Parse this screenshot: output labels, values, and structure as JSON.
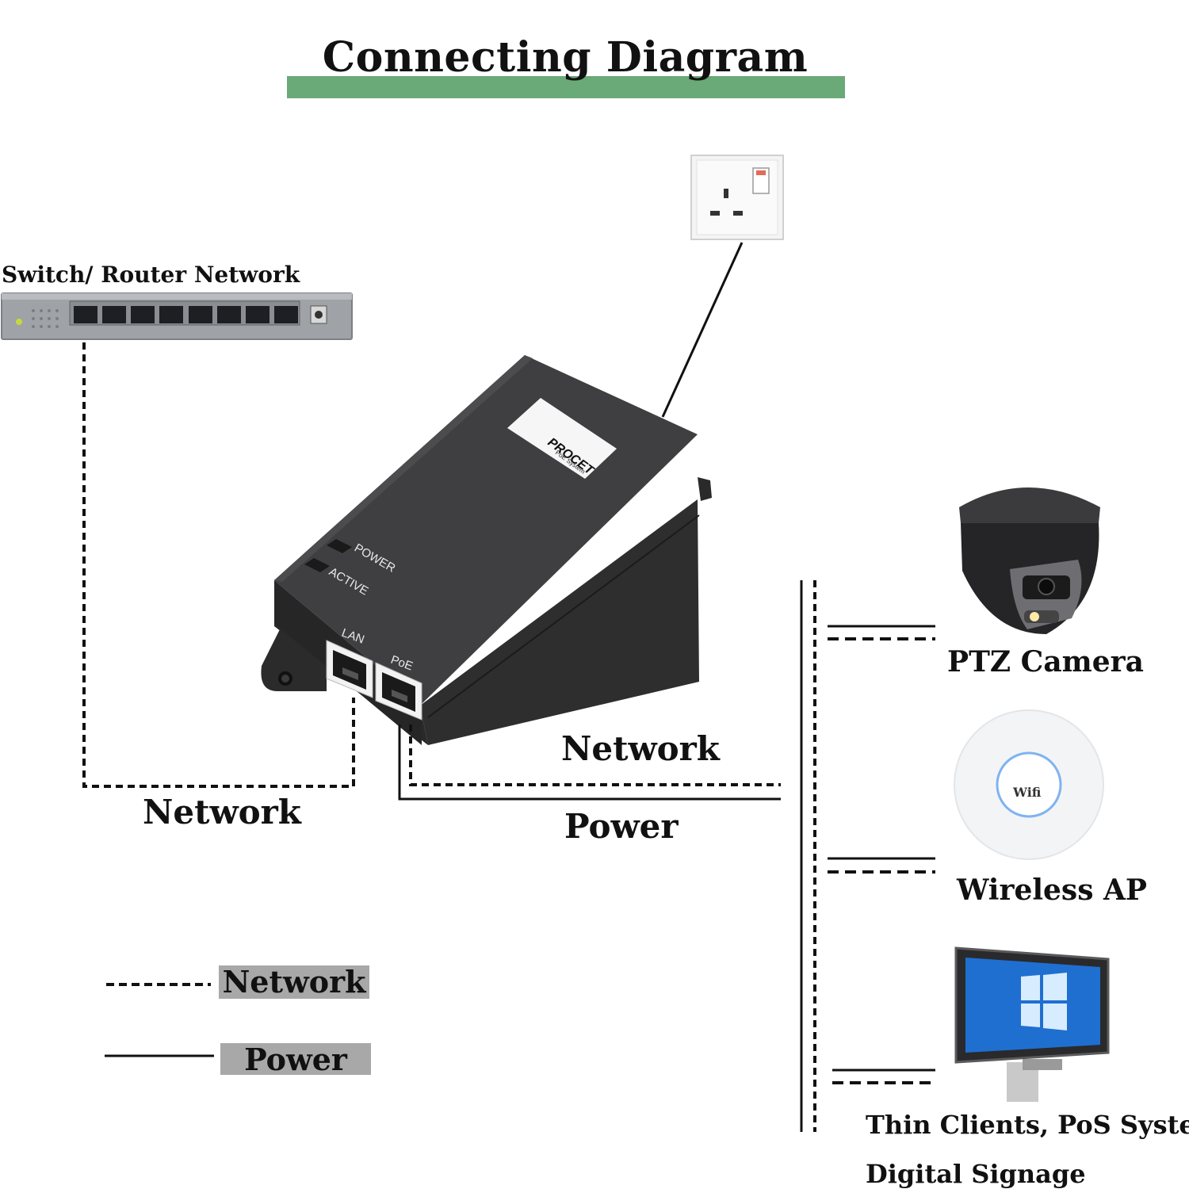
{
  "title": "Connecting Diagram",
  "colors": {
    "title_bar": "#6aa978",
    "legend_box": "#a8a8a8",
    "device_body": "#3a3a3a"
  },
  "switch": {
    "label": "Switch/ Router Network"
  },
  "injector": {
    "brand": "PROCET",
    "brand_sub": "PoE System",
    "led_power": "POWER",
    "led_active": "ACTIVE",
    "port_lan": "LAN",
    "port_poe": "PoE"
  },
  "lines": {
    "network_left": "Network",
    "network_right": "Network",
    "power_right": "Power"
  },
  "devices": {
    "camera": "PTZ Camera",
    "ap": "Wireless AP",
    "ap_badge": "Wifi",
    "thin_clients": "Thin Clients, PoS System,\nDigital Signage"
  },
  "legend": {
    "network": "Network",
    "power": "Power"
  }
}
